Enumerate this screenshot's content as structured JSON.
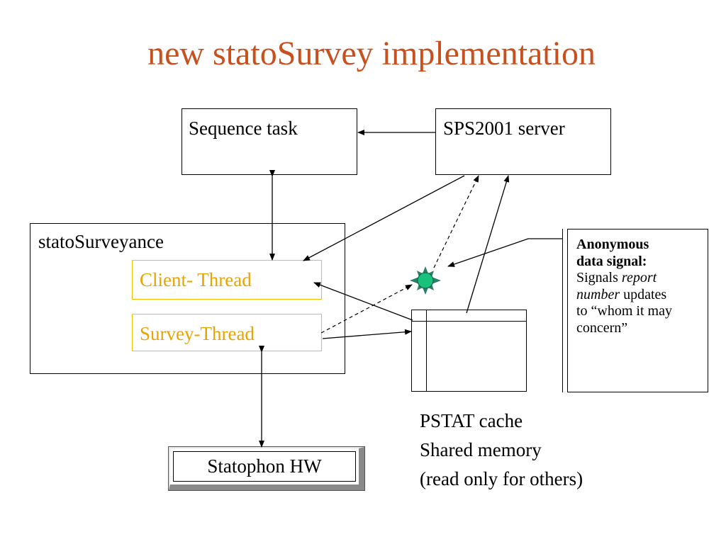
{
  "title": "new statoSurvey implementation",
  "boxes": {
    "sequence_task": "Sequence task",
    "sps_server": "SPS2001 server",
    "container": "statoSurveyance",
    "client_thread": "Client- Thread",
    "survey_thread": "Survey-Thread",
    "hardware": "Statophon HW"
  },
  "note": {
    "heading_line1": "Anonymous",
    "heading_line2": "data signal:",
    "body_prefix": "Signals ",
    "body_italic_1": "report",
    "body_italic_2": "number",
    "body_suffix": " updates",
    "body_line4": "to “whom it may",
    "body_line5": "concern”"
  },
  "cache": {
    "line1": "PSTAT cache",
    "line2": "Shared memory",
    "line3": "(read only for others)"
  },
  "colors": {
    "title": "#c8501e",
    "thread_text": "#e8a400",
    "thread_border": "#f2c200",
    "signal_fill": "#19c27a",
    "signal_spikes": "#2e7d6b"
  }
}
